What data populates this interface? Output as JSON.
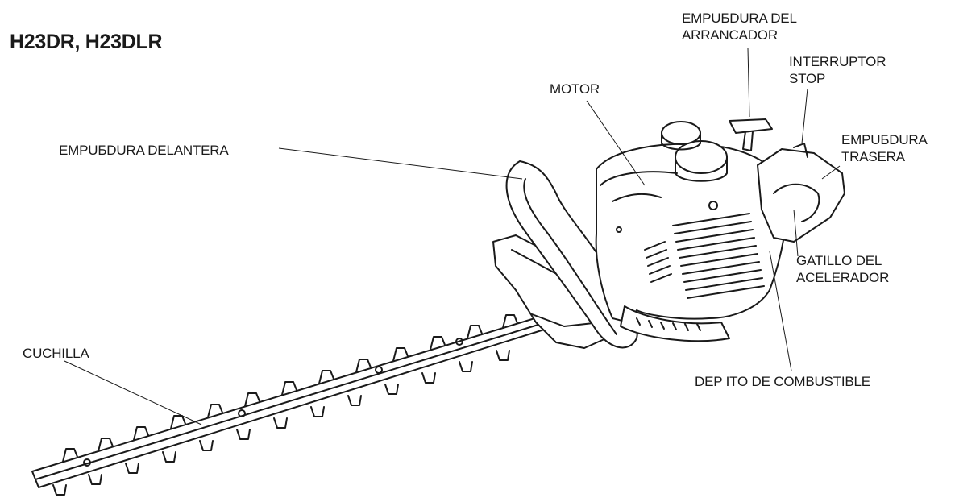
{
  "diagram": {
    "title": "H23DR, H23DLR",
    "labels": {
      "starter_handle": [
        "EMPUБDURA DEL",
        "ARRANCADOR"
      ],
      "stop_switch": [
        "INTERRUPTOR",
        "STOP"
      ],
      "motor": [
        "MOTOR"
      ],
      "front_handle": [
        "EMPUБDURA DELANTERA"
      ],
      "rear_handle": [
        "EMPUБDURA",
        "TRASERA"
      ],
      "throttle_trigger": [
        "GATILLO DEL",
        "ACELERADOR"
      ],
      "blade": [
        "CUCHILLA"
      ],
      "fuel_tank": [
        "DEP ITO DE COMBUSTIBLE"
      ]
    }
  }
}
